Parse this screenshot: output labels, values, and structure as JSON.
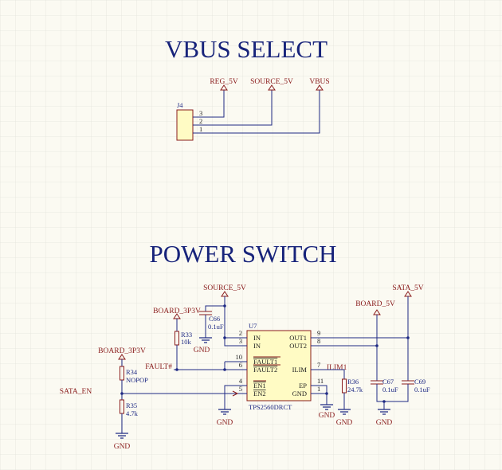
{
  "vbus_select": {
    "title": "VBUS SELECT",
    "j4": {
      "ref": "J4",
      "pins": [
        "3",
        "2",
        "1"
      ]
    },
    "nets": {
      "reg_5v": "REG_5V",
      "source_5v": "SOURCE_5V",
      "vbus": "VBUS"
    }
  },
  "power_switch": {
    "title": "POWER SWITCH",
    "nets": {
      "source_5v": "SOURCE_5V",
      "board_3p3v_a": "BOARD_3P3V",
      "board_3p3v_b": "BOARD_3P3V",
      "board_5v": "BOARD_5V",
      "sata_5v": "SATA_5V",
      "fault": "FAULT#",
      "sata_en": "SATA_EN",
      "ilim1": "ILIM1"
    },
    "u7": {
      "ref": "U7",
      "part": "TPS2560DRCT",
      "left_pins": [
        {
          "num": "2",
          "name": "IN"
        },
        {
          "num": "3",
          "name": "IN"
        },
        {
          "num": "10",
          "name": "FAULT1"
        },
        {
          "num": "6",
          "name": "FAULT2"
        },
        {
          "num": "4",
          "name": "EN1"
        },
        {
          "num": "5",
          "name": "EN2"
        }
      ],
      "right_pins": [
        {
          "num": "9",
          "name": "OUT1"
        },
        {
          "num": "8",
          "name": "OUT2"
        },
        {
          "num": "7",
          "name": "ILIM"
        },
        {
          "num": "11",
          "name": "EP"
        },
        {
          "num": "1",
          "name": "GND"
        }
      ]
    },
    "c66": {
      "ref": "C66",
      "value": "0.1uF"
    },
    "r33": {
      "ref": "R33",
      "value": "10k"
    },
    "r34": {
      "ref": "R34",
      "value": "NOPOP"
    },
    "r35": {
      "ref": "R35",
      "value": "4.7k"
    },
    "r36": {
      "ref": "R36",
      "value": "24.7k"
    },
    "c67": {
      "ref": "C67",
      "value": "0.1uF"
    },
    "c69": {
      "ref": "C69",
      "value": "0.1uF"
    },
    "gnd_labels": [
      "GND",
      "GND",
      "GND",
      "GND",
      "GND",
      "GND"
    ]
  },
  "colors": {
    "title": "#17237a",
    "net": "#8a1c1c",
    "wire": "#1f2a84",
    "part_fill": "#fffbc4",
    "grid": "#e4e4dc"
  }
}
